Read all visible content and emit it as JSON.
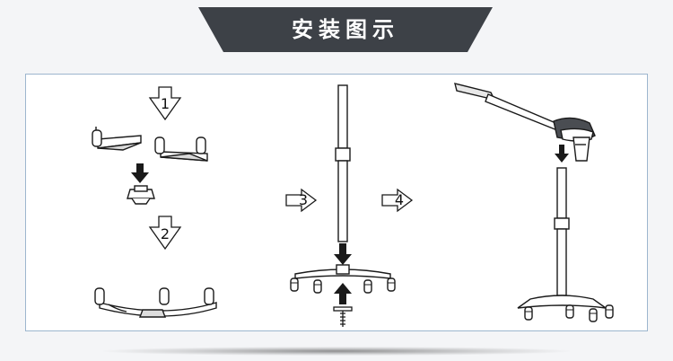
{
  "header": {
    "title": "安装图示"
  },
  "steps": [
    {
      "number": "1"
    },
    {
      "number": "2"
    },
    {
      "number": "3"
    },
    {
      "number": "4"
    }
  ],
  "colors": {
    "banner": "#3d4147",
    "panel_border": "#9db6ce",
    "line": "#1a1a1a"
  }
}
